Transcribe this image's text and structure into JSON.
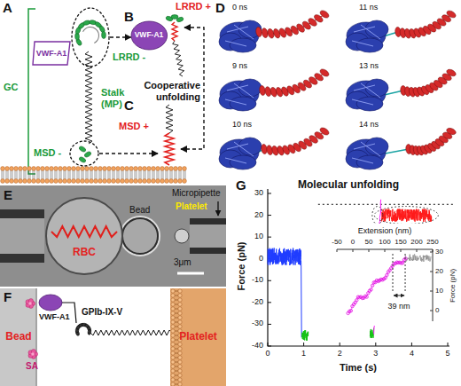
{
  "diagram": {
    "nodes": [
      {
        "text": [
          "LRRD -"
        ]
      },
      {
        "text": [
          "MSD -"
        ]
      },
      {
        "text": [
          "VWF-A1"
        ]
      },
      {
        "text": [
          "VWF-A1"
        ]
      },
      {
        "text": [
          "LRRD +"
        ]
      },
      {
        "text": [
          "MSD +"
        ]
      },
      {
        "text": [
          "RBC"
        ]
      },
      {
        "text": [
          "Bead"
        ]
      },
      {
        "text": [
          "VWF-A1"
        ]
      },
      {
        "text": [
          "SA"
        ]
      },
      {
        "text": [
          "Platelet"
        ]
      }
    ],
    "edges": [
      {
        "from": 0,
        "to": 3,
        "arrow": "to"
      },
      {
        "from": 1,
        "to": 5,
        "arrow": "to"
      },
      {
        "from": 4,
        "to": 5,
        "label": "Cooperative unfolding",
        "arrow": "both"
      }
    ],
    "labels": [
      "A",
      "GC",
      "Stalk (MP)",
      "B",
      "C",
      "D",
      "0 ns",
      "9 ns",
      "10 ns",
      "11 ns",
      "13 ns",
      "14 ns",
      "E",
      "Bead",
      "Platelet",
      "Micropipette",
      "3μm",
      "F",
      "GPIb-IX-V",
      "G",
      "Molecular unfolding",
      "30",
      "20",
      "10",
      "0",
      "-10",
      "-20",
      "-30",
      "-40",
      "0",
      "1",
      "2",
      "3",
      "4",
      "5",
      "Time (s)",
      "Force (pN)",
      "Extension (nm)",
      "-50",
      "0",
      "50",
      "100",
      "150",
      "200",
      "250",
      "30",
      "20",
      "10",
      "0",
      "Force (pN)",
      "39 nm"
    ]
  }
}
